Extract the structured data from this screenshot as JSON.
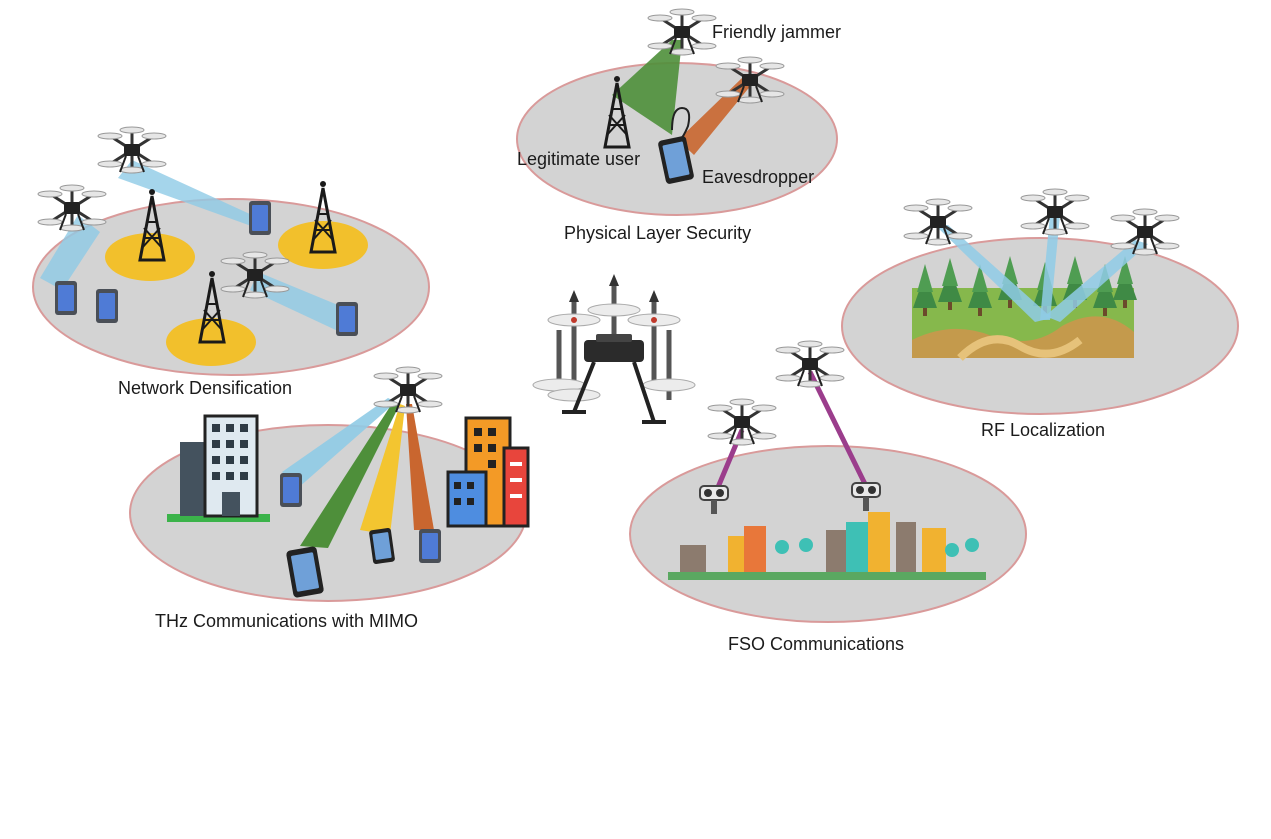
{
  "figure": {
    "center_icon": "hexacopter-drone-icon",
    "scenes": [
      {
        "id": "network-densification",
        "title": "Network Densification"
      },
      {
        "id": "physical-layer-security",
        "title": "Physical Layer Security",
        "labels": {
          "jammer": "Friendly jammer",
          "user": "Legitimate user",
          "eavesdropper": "Eavesdropper"
        }
      },
      {
        "id": "rf-localization",
        "title": "RF Localization"
      },
      {
        "id": "thz-mimo",
        "title": "THz Communications with MIMO"
      },
      {
        "id": "fso",
        "title": "FSO Communications"
      }
    ]
  },
  "colors": {
    "ellipse_fill": "#d3d3d3",
    "ellipse_stroke": "#d99a9a",
    "coverage_yellow": "#f2c02c",
    "beam_blue": "#8fcbe6",
    "beam_green": "#4e8f3a",
    "beam_orange": "#c9662f",
    "beam_yellow": "#f3c530",
    "beam_purple": "#9b3d8c"
  }
}
